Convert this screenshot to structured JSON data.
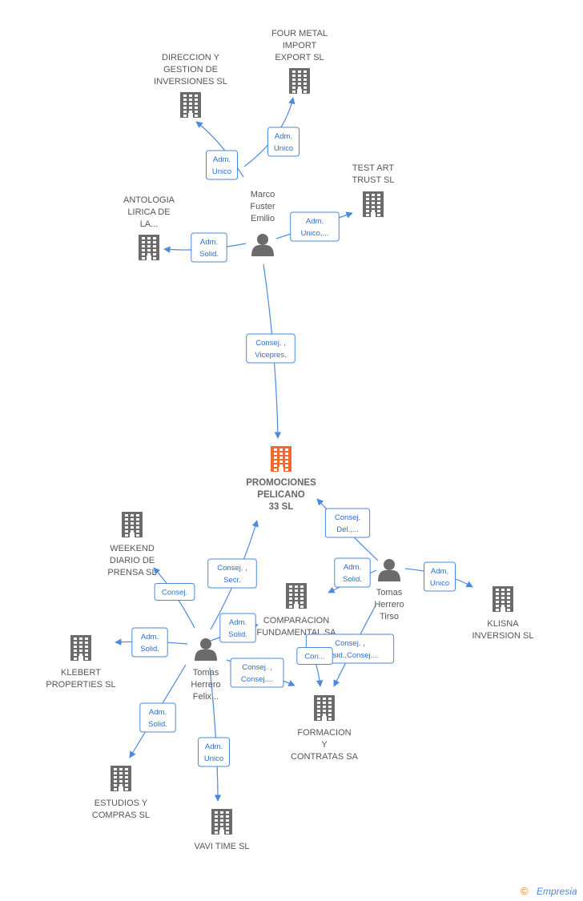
{
  "companies": [
    {
      "id": "main",
      "lines": [
        "PROMOCIONES",
        "PELICANO",
        "33 SL"
      ],
      "main": true
    },
    {
      "id": "direccion",
      "lines": [
        "DIRECCION Y",
        "GESTION DE",
        "INVERSIONES SL"
      ]
    },
    {
      "id": "fourmetal",
      "lines": [
        "FOUR METAL",
        "IMPORT",
        "EXPORT SL"
      ]
    },
    {
      "id": "testart",
      "lines": [
        "TEST ART",
        "TRUST SL"
      ]
    },
    {
      "id": "antologia",
      "lines": [
        "ANTOLOGIA",
        "LIRICA DE",
        "LA..."
      ]
    },
    {
      "id": "weekend",
      "lines": [
        "WEEKEND",
        "DIARIO DE",
        "PRENSA SL"
      ]
    },
    {
      "id": "comparacion",
      "lines": [
        "COMPARACION",
        "FUNDAMENTAL SA"
      ]
    },
    {
      "id": "klisna",
      "lines": [
        "KLISNA",
        "INVERSION SL"
      ]
    },
    {
      "id": "klebert",
      "lines": [
        "KLEBERT",
        "PROPERTIES  SL"
      ]
    },
    {
      "id": "formacion",
      "lines": [
        "FORMACION",
        "Y",
        "CONTRATAS SA"
      ]
    },
    {
      "id": "estudios",
      "lines": [
        "ESTUDIOS Y",
        "COMPRAS SL"
      ]
    },
    {
      "id": "vavitime",
      "lines": [
        "VAVI TIME  SL"
      ]
    }
  ],
  "persons": [
    {
      "id": "marco",
      "lines": [
        "Marco",
        "Fuster",
        "Emilio"
      ]
    },
    {
      "id": "tirso",
      "lines": [
        "Tomas",
        "Herrero",
        "Tirso"
      ]
    },
    {
      "id": "felix",
      "lines": [
        "Tomas",
        "Herrero",
        "Felix..."
      ]
    }
  ],
  "edges": [
    {
      "from": "marco",
      "to": "direccion",
      "lines": [
        "Adm.",
        "Unico"
      ]
    },
    {
      "from": "marco",
      "to": "fourmetal",
      "lines": [
        "Adm.",
        "Unico"
      ]
    },
    {
      "from": "marco",
      "to": "testart",
      "lines": [
        "Adm.",
        "Unico,..."
      ]
    },
    {
      "from": "marco",
      "to": "antologia",
      "lines": [
        "Adm.",
        "Solid."
      ]
    },
    {
      "from": "marco",
      "to": "main",
      "lines": [
        "Consej. ,",
        "Vicepres."
      ]
    },
    {
      "from": "tirso",
      "to": "main",
      "lines": [
        "Consej.",
        "Del.,..."
      ]
    },
    {
      "from": "tirso",
      "to": "comparacion",
      "lines": [
        "Adm.",
        "Solid."
      ]
    },
    {
      "from": "tirso",
      "to": "klisna",
      "lines": [
        "Adm.",
        "Unico"
      ]
    },
    {
      "from": "tirso",
      "to": "formacion",
      "lines": [
        "Consej. ,",
        "Presid.,Consej...."
      ]
    },
    {
      "from": "felix",
      "to": "main",
      "lines": [
        "Consej. ,",
        "Secr."
      ]
    },
    {
      "from": "felix",
      "to": "weekend",
      "lines": [
        "Consej."
      ]
    },
    {
      "from": "felix",
      "to": "comparacion",
      "lines": [
        "Adm.",
        "Solid."
      ]
    },
    {
      "from": "felix",
      "to": "klebert",
      "lines": [
        "Adm.",
        "Solid."
      ]
    },
    {
      "from": "felix",
      "to": "formacion",
      "lines": [
        "Consej. ,",
        "Consej...."
      ]
    },
    {
      "from": "felix",
      "to": "estudios",
      "lines": [
        "Adm.",
        "Solid."
      ]
    },
    {
      "from": "felix",
      "to": "vavitime",
      "lines": [
        "Adm.",
        "Unico"
      ]
    },
    {
      "from": "tirso",
      "to": "comparacion",
      "lines": [
        "Con..."
      ]
    }
  ],
  "brand": {
    "copyright": "©",
    "name": "Empresia"
  }
}
